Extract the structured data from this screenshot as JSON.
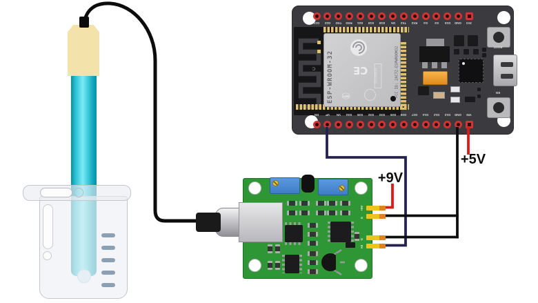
{
  "scene": {
    "description": "pH probe in beaker connected through BNC cable to a pH signal-conditioning module wired to an ESP32 DevKit"
  },
  "colors": {
    "wire_signal_navy": "#23234f",
    "wire_ground_black": "#0d0d0d",
    "wire_power_red": "#e01818",
    "pcb_green": "#2f9636",
    "esp_board_gray": "#3b3b3f",
    "pin_ring_red": "#cf3535",
    "probe_teal": "#17b3c6",
    "probe_cap_cream": "#f3e3ab",
    "header_yellow": "#edc41d"
  },
  "labels": {
    "supply_9v": "+9V",
    "supply_5v": "+5V"
  },
  "esp32": {
    "top_pins": [
      "D23",
      "D22",
      "TXD",
      "RXD",
      "D21",
      "D19",
      "D18",
      "D5",
      "TX2",
      "RX2",
      "D4",
      "D2",
      "D15",
      "GND",
      "3V3"
    ],
    "bottom_pins": [
      "EN",
      "VP",
      "VN",
      "D34",
      "D35",
      "D32",
      "D33",
      "D25",
      "D26",
      "D27",
      "D14",
      "D12",
      "D13",
      "GND",
      "VIN"
    ],
    "module_name": "ESP-WROOM-32",
    "fcc_text": "FCC ID: 2AC7Z-ESPWROOM32",
    "cert_text": "205-000519",
    "wifi_badge": "WiFi",
    "ce_mark": "CE",
    "pcb_mark": "C",
    "boot_button": "BOOT",
    "en_button": "EN"
  },
  "ph_module": {
    "pins": [
      "+9V",
      "G",
      "G",
      "A0"
    ]
  }
}
